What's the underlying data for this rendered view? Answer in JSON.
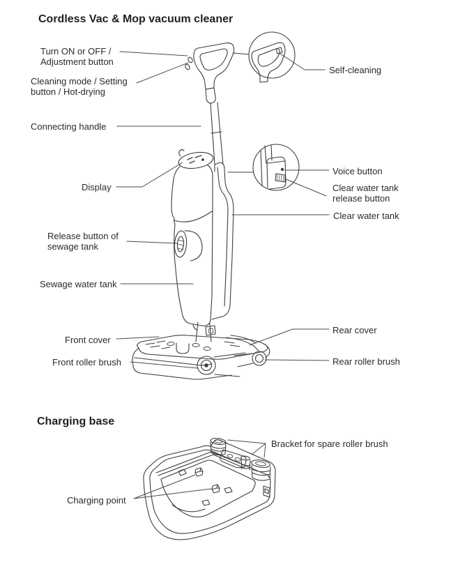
{
  "page": {
    "background_color": "#ffffff",
    "line_color": "#3d3d3d",
    "text_color": "#2a2a2a"
  },
  "vacuum_section": {
    "title": "Cordless Vac & Mop vacuum cleaner",
    "labels": {
      "turn_on_line1": "Turn ON or OFF /",
      "turn_on_line2": "Adjustment button",
      "cleaning_mode_line1": "Cleaning mode / Setting",
      "cleaning_mode_line2": "button / Hot-drying",
      "connecting_handle": "Connecting handle",
      "self_cleaning": "Self-cleaning",
      "voice_button": "Voice button",
      "clear_water_tank_release_line1": "Clear water tank",
      "clear_water_tank_release_line2": "release button",
      "clear_water_tank": "Clear water tank",
      "display": "Display",
      "release_button_sewage_line1": "Release button of",
      "release_button_sewage_line2": "sewage tank",
      "sewage_water_tank": "Sewage water tank",
      "front_cover": "Front cover",
      "front_roller_brush": "Front roller brush",
      "rear_cover": "Rear cover",
      "rear_roller_brush": "Rear roller brush"
    }
  },
  "charging_section": {
    "title": "Charging base",
    "labels": {
      "bracket_spare_roller": "Bracket for spare roller brush",
      "charging_point": "Charging point"
    }
  }
}
